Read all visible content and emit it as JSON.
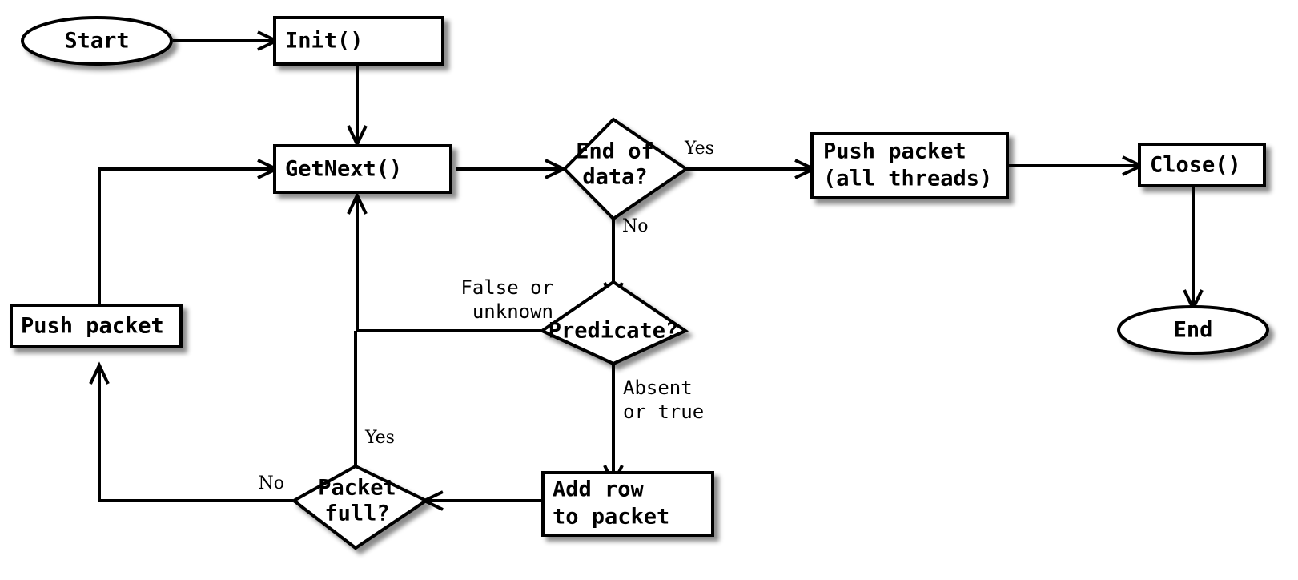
{
  "diagram": {
    "title": "Packet processing flowchart",
    "background": "#ffffff",
    "accent_green": "#8CC63F",
    "line_color": "#000000",
    "nodes": {
      "start": {
        "label": "Start",
        "shape": "ellipse",
        "fill": "#8CC63F"
      },
      "init": {
        "label": "Init()",
        "shape": "rect",
        "fill": "#ffffff"
      },
      "get_next": {
        "label": "GetNext()",
        "shape": "rect",
        "fill": "#ffffff"
      },
      "end_of_data": {
        "label_line1": "End of",
        "label_line2": "data?",
        "shape": "diamond",
        "fill": "#ffffff"
      },
      "push_packet_all": {
        "label_line1": "Push packet",
        "label_line2": "(all threads)",
        "shape": "rect",
        "fill": "#ffffff"
      },
      "close": {
        "label": "Close()",
        "shape": "rect",
        "fill": "#ffffff"
      },
      "end": {
        "label": "End",
        "shape": "ellipse",
        "fill": "#8CC63F"
      },
      "predicate": {
        "label": "Predicate?",
        "shape": "diamond",
        "fill": "#ffffff"
      },
      "add_row": {
        "label_line1": "Add row",
        "label_line2": "to packet",
        "shape": "rect",
        "fill": "#ffffff"
      },
      "packet_full": {
        "label_line1": "Packet",
        "label_line2": "full?",
        "shape": "diamond",
        "fill": "#ffffff"
      },
      "push_packet": {
        "label": "Push packet",
        "shape": "rect",
        "fill": "#ffffff"
      }
    },
    "edge_labels": {
      "end_of_data_yes": "Yes",
      "end_of_data_no": "No",
      "predicate_false_line1": "False or",
      "predicate_false_line2": "unknown",
      "predicate_true_line1": "Absent",
      "predicate_true_line2": "or true",
      "packet_full_yes": "Yes",
      "packet_full_no": "No"
    },
    "edges": [
      {
        "from": "start",
        "to": "init",
        "label": ""
      },
      {
        "from": "init",
        "to": "get_next",
        "label": ""
      },
      {
        "from": "get_next",
        "to": "end_of_data",
        "label": ""
      },
      {
        "from": "end_of_data",
        "to": "push_packet_all",
        "label": "Yes"
      },
      {
        "from": "push_packet_all",
        "to": "close",
        "label": ""
      },
      {
        "from": "close",
        "to": "end",
        "label": ""
      },
      {
        "from": "end_of_data",
        "to": "predicate",
        "label": "No"
      },
      {
        "from": "predicate",
        "to": "get_next",
        "label": "False or unknown"
      },
      {
        "from": "predicate",
        "to": "add_row",
        "label": "Absent or true"
      },
      {
        "from": "add_row",
        "to": "packet_full",
        "label": ""
      },
      {
        "from": "packet_full",
        "to": "get_next",
        "label": "Yes"
      },
      {
        "from": "packet_full",
        "to": "push_packet",
        "label": "No"
      },
      {
        "from": "push_packet",
        "to": "get_next",
        "label": ""
      }
    ]
  }
}
